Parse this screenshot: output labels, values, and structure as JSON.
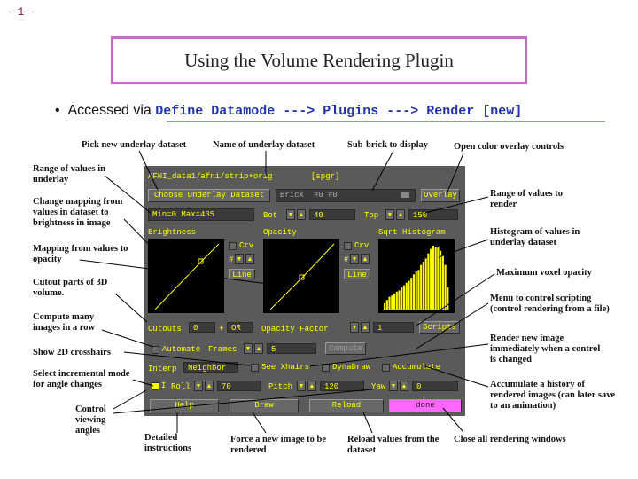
{
  "page_number": "-1-",
  "title": "Using the Volume Rendering Plugin",
  "bullet": {
    "prefix": "Accessed via ",
    "code": "Define Datamode ---> Plugins ---> Render [new]"
  },
  "annotations": {
    "pick_underlay": "Pick new underlay dataset",
    "name_underlay": "Name of underlay dataset",
    "sub_brick": "Sub-brick to display",
    "open_overlay": "Open color overlay controls",
    "range_underlay": "Range of values in underlay",
    "change_mapping": "Change mapping from values in dataset to brightness in image",
    "mapping_opacity": "Mapping from values to opacity",
    "cutout_parts": "Cutout parts of 3D volume.",
    "compute_many": "Compute many images in a row",
    "show_2d": "Show 2D crosshairs",
    "select_incremental": "Select incremental mode for angle changes",
    "control_viewing": "Control viewing angles",
    "detailed": "Detailed instructions",
    "force_image": "Force a new image to be rendered",
    "reload_values": "Reload values from the dataset",
    "close_all": "Close all rendering windows",
    "range_render": "Range of values to render",
    "histogram": "Histogram of values in underlay dataset",
    "max_voxel": "Maximum voxel opacity",
    "menu_scripting": "Menu to control scripting (control rendering from a file)",
    "render_new": "Render new image immediately when a control is changed",
    "accumulate_history": "Accumulate a history of rendered images (can later save to an animation)"
  },
  "window": {
    "dataset_path": "AFNI_data1/afni/strip+orig",
    "view_tag": "[spgr]",
    "choose_underlay": "Choose Underlay Dataset",
    "brick_label": "Brick",
    "brick_value": "#0 #0",
    "overlay": "Overlay",
    "min_max": "Min=0 Max=435",
    "bot_label": "Bot",
    "bot_value": "40",
    "top_label": "Top",
    "top_value": "150",
    "brightness": "Brightness",
    "opacity": "Opacity",
    "sqrt_histogram": "Sqrt Histogram",
    "crv": "Crv",
    "hash": "#",
    "line": "Line",
    "cutouts": "Cutouts",
    "cutouts_value": "0",
    "plus": "+",
    "or_value": "OR",
    "opacity_factor": "Opacity Factor",
    "opacity_factor_value": "1",
    "scripts": "Scripts",
    "automate": "Automate",
    "frames": "Frames",
    "frames_value": "5",
    "compute": "Compute",
    "interp": "Interp",
    "interp_value": "Neighbor",
    "see_xhairs": "See Xhairs",
    "dynadraw": "DynaDraw",
    "accumulate": "Accumulate",
    "incr_label": "I",
    "roll": "Roll",
    "roll_value": "70",
    "pitch": "Pitch",
    "pitch_value": "120",
    "yaw": "Yaw",
    "yaw_value": "0",
    "help": "Help",
    "draw": "Draw",
    "reload": "Reload",
    "done": "done"
  },
  "histogram_values": [
    0.1,
    0.15,
    0.2,
    0.22,
    0.25,
    0.28,
    0.3,
    0.35,
    0.38,
    0.42,
    0.45,
    0.5,
    0.55,
    0.6,
    0.62,
    0.7,
    0.75,
    0.8,
    0.88,
    0.95,
    1.0,
    0.98,
    0.97,
    0.92,
    0.85,
    0.7,
    0.35
  ],
  "colors": {
    "window_bg": "#5a5a5a",
    "text_yellow": "#ffff00",
    "done_button": "#ff66ff",
    "callout_line": "#000000"
  }
}
